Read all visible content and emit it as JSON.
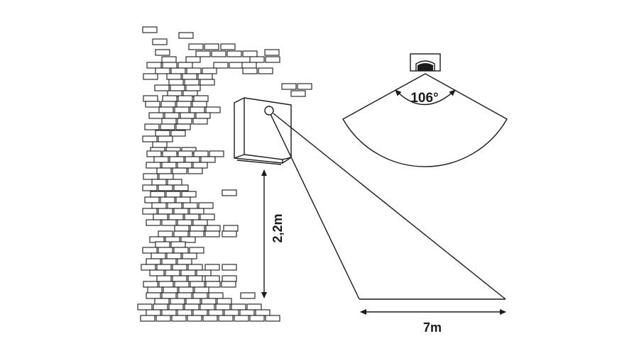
{
  "labels": {
    "mount_height": "2,2m",
    "detection_range": "7m",
    "detection_angle": "106°"
  },
  "colors": {
    "line": "#1a1a1a",
    "background": "#ffffff"
  }
}
